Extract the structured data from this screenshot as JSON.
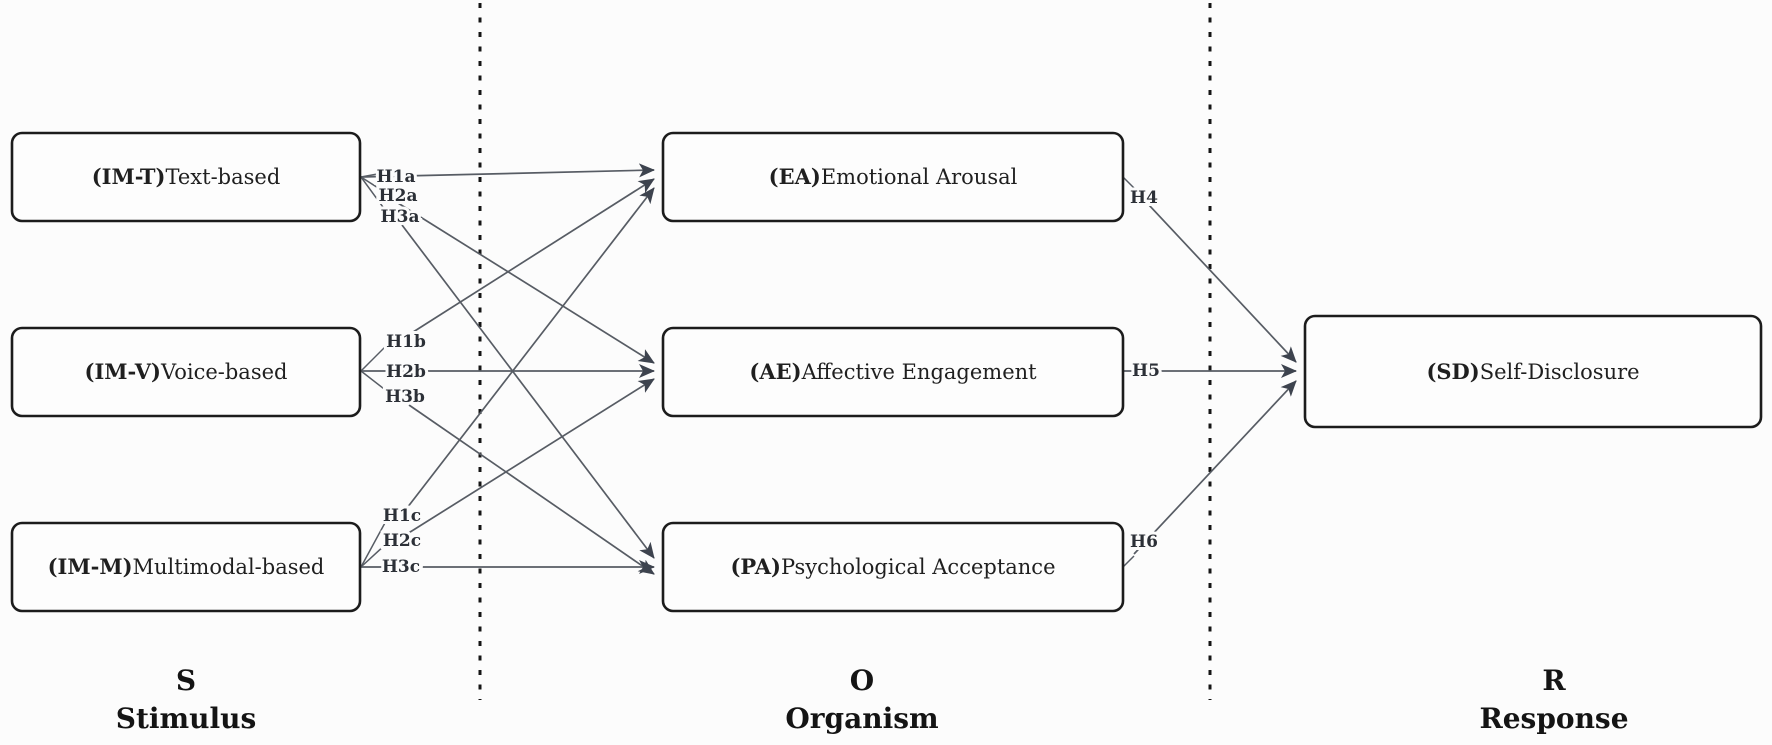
{
  "diagram": {
    "nodes": {
      "imt": {
        "code": "(IM-T)",
        "label": "Text-based"
      },
      "imv": {
        "code": "(IM-V)",
        "label": "Voice-based"
      },
      "imm": {
        "code": "(IM-M)",
        "label": "Multimodal-based"
      },
      "ea": {
        "code": "(EA)",
        "label": "Emotional Arousal"
      },
      "ae": {
        "code": "(AE)",
        "label": "Affective Engagement"
      },
      "pa": {
        "code": "(PA)",
        "label": "Psychological Acceptance"
      },
      "sd": {
        "code": "(SD)",
        "label": "Self-Disclosure"
      }
    },
    "hypotheses": {
      "h1a": "H1a",
      "h2a": "H2a",
      "h3a": "H3a",
      "h1b": "H1b",
      "h2b": "H2b",
      "h3b": "H3b",
      "h1c": "H1c",
      "h2c": "H2c",
      "h3c": "H3c",
      "h4": "H4",
      "h5": "H5",
      "h6": "H6"
    },
    "columns": [
      {
        "letter": "S",
        "word": "Stimulus"
      },
      {
        "letter": "O",
        "word": "Organism"
      },
      {
        "letter": "R",
        "word": "Response"
      }
    ],
    "colors": {
      "background": "#fcfcfc",
      "box_fill": "#fdfdfd",
      "box_border": "#1c1c1c",
      "edge_line": "#575c64",
      "arrowhead": "#3d434e",
      "dashed_line": "#151515",
      "text": "#1f1f1f"
    }
  }
}
